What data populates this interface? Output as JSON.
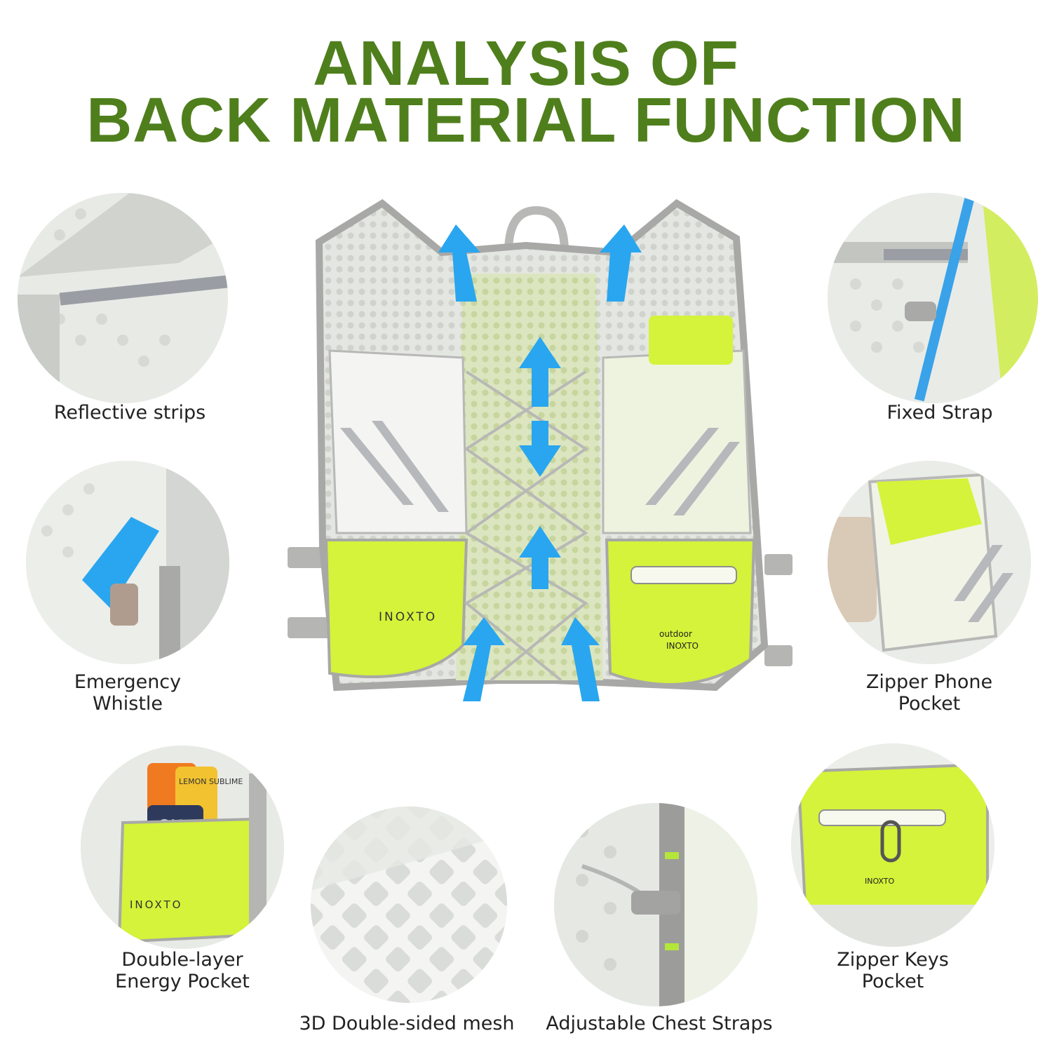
{
  "title": {
    "line1": "ANALYSIS OF",
    "line2": "BACK MATERIAL FUNCTION"
  },
  "brand": {
    "main": "INOXTO",
    "logo_top": "outdoor",
    "logo_bottom": "INOXTO"
  },
  "features": [
    {
      "name": "reflective-strips",
      "line1": "Reflective strips",
      "line2": ""
    },
    {
      "name": "fixed-strap",
      "line1": "Fixed Strap",
      "line2": ""
    },
    {
      "name": "emergency-whistle",
      "line1": "Emergency",
      "line2": "Whistle"
    },
    {
      "name": "zipper-phone-pocket",
      "line1": "Zipper Phone",
      "line2": "Pocket"
    },
    {
      "name": "energy-pocket",
      "line1": "Double-layer",
      "line2": "Energy Pocket"
    },
    {
      "name": "mesh",
      "line1": "3D Double-sided mesh",
      "line2": ""
    },
    {
      "name": "chest-straps",
      "line1": "Adjustable Chest Straps",
      "line2": ""
    },
    {
      "name": "zipper-keys-pocket",
      "line1": "Zipper Keys",
      "line2": "Pocket"
    }
  ],
  "gel_labels": {
    "gel1": "GU",
    "gel2": "LEMON SUBLIME"
  },
  "colors": {
    "title_green": "#4f7f1c",
    "neon": "#d4f33a",
    "mesh_white": "#eef0ee",
    "trim_gray": "#a8a8a6",
    "arrow_blue": "#29a6ef"
  }
}
